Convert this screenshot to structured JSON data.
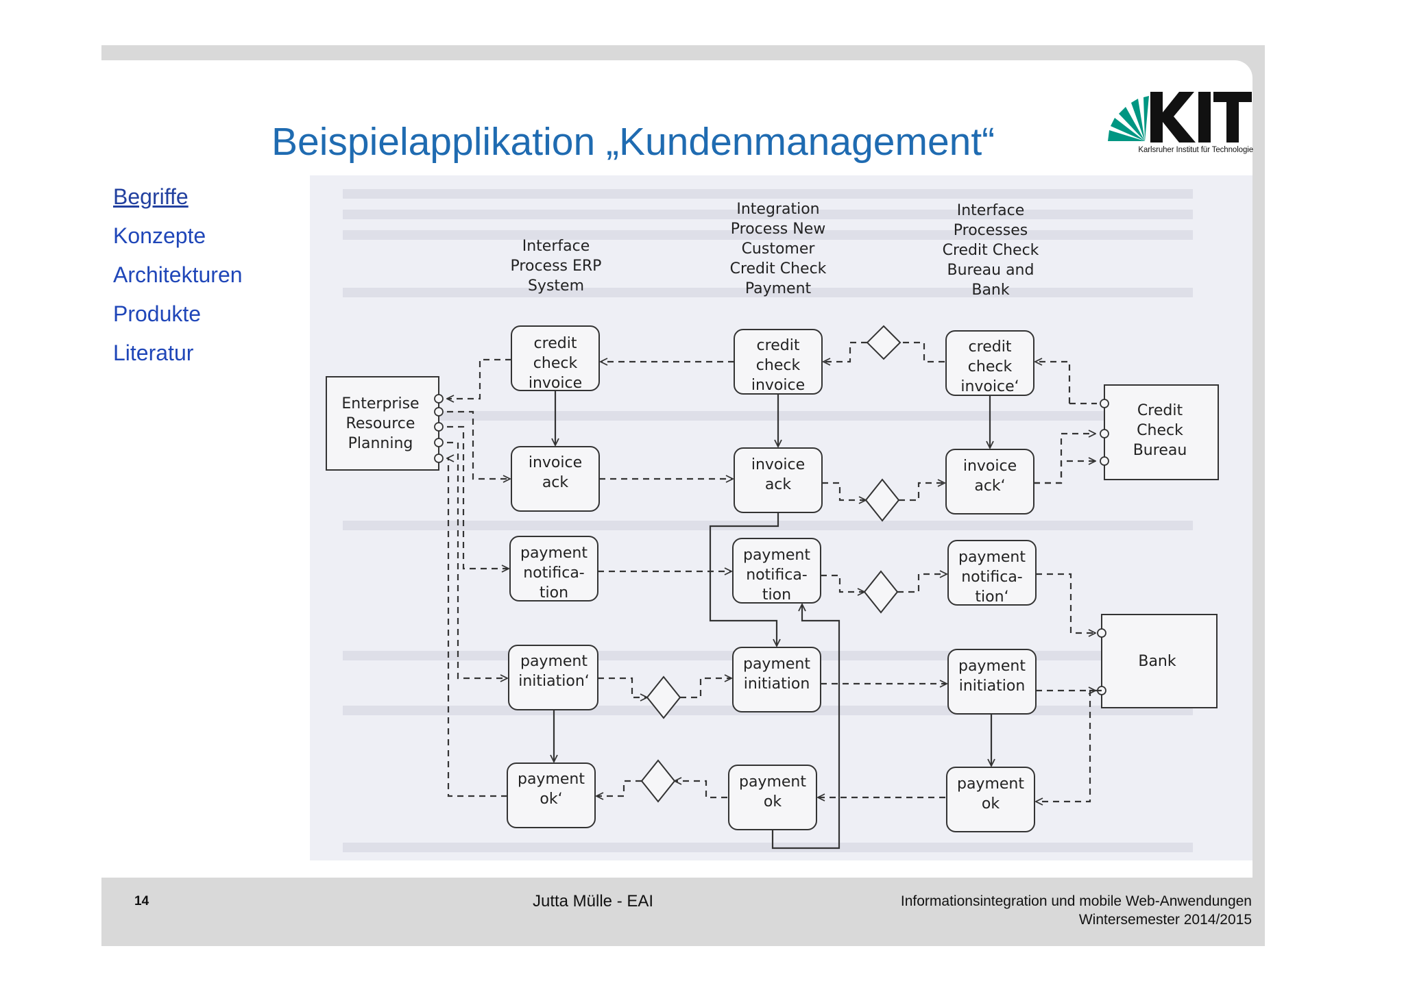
{
  "slide": {
    "title": "Beispielapplikation „Kundenmanagement“",
    "logo": {
      "wordmark": "KIT",
      "subtitle": "Karlsruher Institut für Technologie",
      "brand_color": "#009682"
    }
  },
  "nav": {
    "items": [
      {
        "label": "Begriffe",
        "active": true
      },
      {
        "label": "Konzepte",
        "active": false
      },
      {
        "label": "Architekturen",
        "active": false
      },
      {
        "label": "Produkte",
        "active": false
      },
      {
        "label": "Literatur",
        "active": false
      }
    ]
  },
  "diagram": {
    "columns": {
      "erp": "Interface\nProcess ERP\nSystem",
      "integration": "Integration\nProcess New\nCustomer\nCredit Check\nPayment",
      "external": "Interface\nProcesses\nCredit Check\nBureau and\nBank"
    },
    "systems": {
      "erp": "Enterprise\nResource\nPlanning",
      "bureau": "Credit\nCheck\nBureau",
      "bank": "Bank"
    },
    "steps": {
      "erp_credit_check": "credit\ncheck\ninvoice",
      "erp_invoice_ack": "invoice\nack",
      "erp_payment_notification": "payment\nnotifica-\ntion",
      "erp_payment_initiation": "payment\ninitiation‘",
      "erp_payment_ok": "payment\nok‘",
      "int_credit_check": "credit\ncheck\ninvoice",
      "int_invoice_ack": "invoice\nack",
      "int_payment_notification": "payment\nnotifica-\ntion",
      "int_payment_initiation": "payment\ninitiation",
      "int_payment_ok": "payment\nok",
      "ext_credit_check": "credit\ncheck\ninvoice‘",
      "ext_invoice_ack": "invoice\nack‘",
      "ext_payment_notification": "payment\nnotifica-\ntion‘",
      "ext_payment_initiation": "payment\ninitiation",
      "ext_payment_ok": "payment\nok"
    }
  },
  "footer": {
    "page_number": "14",
    "author": "Jutta Mülle - EAI",
    "course_line1": "Informationsintegration und mobile Web-Anwendungen",
    "course_line2": "Wintersemester 2014/2015"
  }
}
